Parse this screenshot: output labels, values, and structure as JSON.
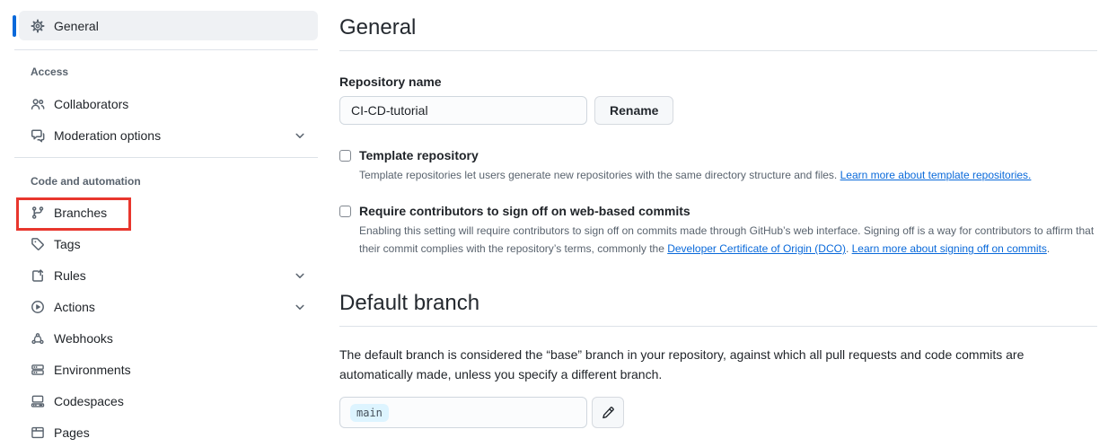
{
  "colors": {
    "accent_blue": "#0969da",
    "link_blue": "#0969da",
    "annotation_red": "#e8362d",
    "selected_item_bg": "#eff1f4",
    "branch_badge_bg": "#ddf4ff",
    "muted_text": "#59636e"
  },
  "icons": {
    "sidebar": [
      "gear-icon",
      "people-icon",
      "comment-discussion-icon",
      "git-branch-icon",
      "tag-icon",
      "rules-icon",
      "play-icon",
      "webhook-icon",
      "server-icon",
      "codespaces-icon",
      "browser-icon"
    ],
    "expander": "chevron-down-icon",
    "edit": "pencil-icon"
  },
  "sidebar": {
    "general": {
      "label": "General",
      "selected": true
    },
    "sections": [
      {
        "label": "Access",
        "items": [
          {
            "label": "Collaborators",
            "expandable": false
          },
          {
            "label": "Moderation options",
            "expandable": true
          }
        ]
      },
      {
        "label": "Code and automation",
        "items": [
          {
            "label": "Branches",
            "expandable": false,
            "annotated": true
          },
          {
            "label": "Tags",
            "expandable": false
          },
          {
            "label": "Rules",
            "expandable": true
          },
          {
            "label": "Actions",
            "expandable": true
          },
          {
            "label": "Webhooks",
            "expandable": false
          },
          {
            "label": "Environments",
            "expandable": false
          },
          {
            "label": "Codespaces",
            "expandable": false
          },
          {
            "label": "Pages",
            "expandable": false
          }
        ]
      }
    ]
  },
  "main": {
    "heading": "General",
    "repo_name": {
      "label": "Repository name",
      "value": "CI-CD-tutorial",
      "button": "Rename"
    },
    "template_repo": {
      "title": "Template repository",
      "checked": false,
      "desc": "Template repositories let users generate new repositories with the same directory structure and files. ",
      "link": "Learn more about template repositories."
    },
    "signoff": {
      "title": "Require contributors to sign off on web-based commits",
      "checked": false,
      "desc": "Enabling this setting will require contributors to sign off on commits made through GitHub’s web interface. Signing off is a way for contributors to affirm that their commit complies with the repository’s terms, commonly the ",
      "link_dco": "Developer Certificate of Origin (DCO)",
      "sep": ". ",
      "link_learn": "Learn more about signing off on commits",
      "end": "."
    },
    "default_branch": {
      "heading": "Default branch",
      "desc": "The default branch is considered the “base” branch in your repository, against which all pull requests and code commits are automatically made, unless you specify a different branch.",
      "branch": "main"
    }
  }
}
